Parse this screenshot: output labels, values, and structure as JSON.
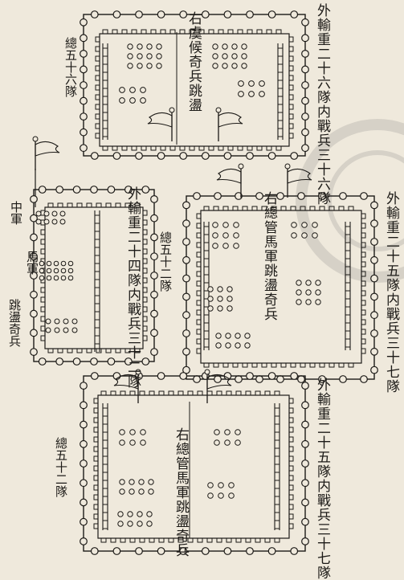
{
  "labels": {
    "top_outer": "外輸重二十六隊内戰兵三十六隊",
    "top_total": "總五十六隊",
    "top_center": "右虞候奇兵跳盪",
    "mid_outer_left": "外輸重二十四隊内戰兵三十二隊",
    "mid_total": "總五十二隊",
    "mid_center": "右總管馬軍跳盪奇兵",
    "mid_outer_right": "外輸重二十五隊内戰兵三十七隊",
    "left_zhongjun": "中軍",
    "left_majun": "馬軍",
    "left_tiaodang": "跳盪奇兵",
    "bot_total": "總五十二隊",
    "bot_center": "右總管馬軍跳盪奇兵",
    "bot_outer": "外輸重二十五隊内戰兵三十七隊"
  }
}
